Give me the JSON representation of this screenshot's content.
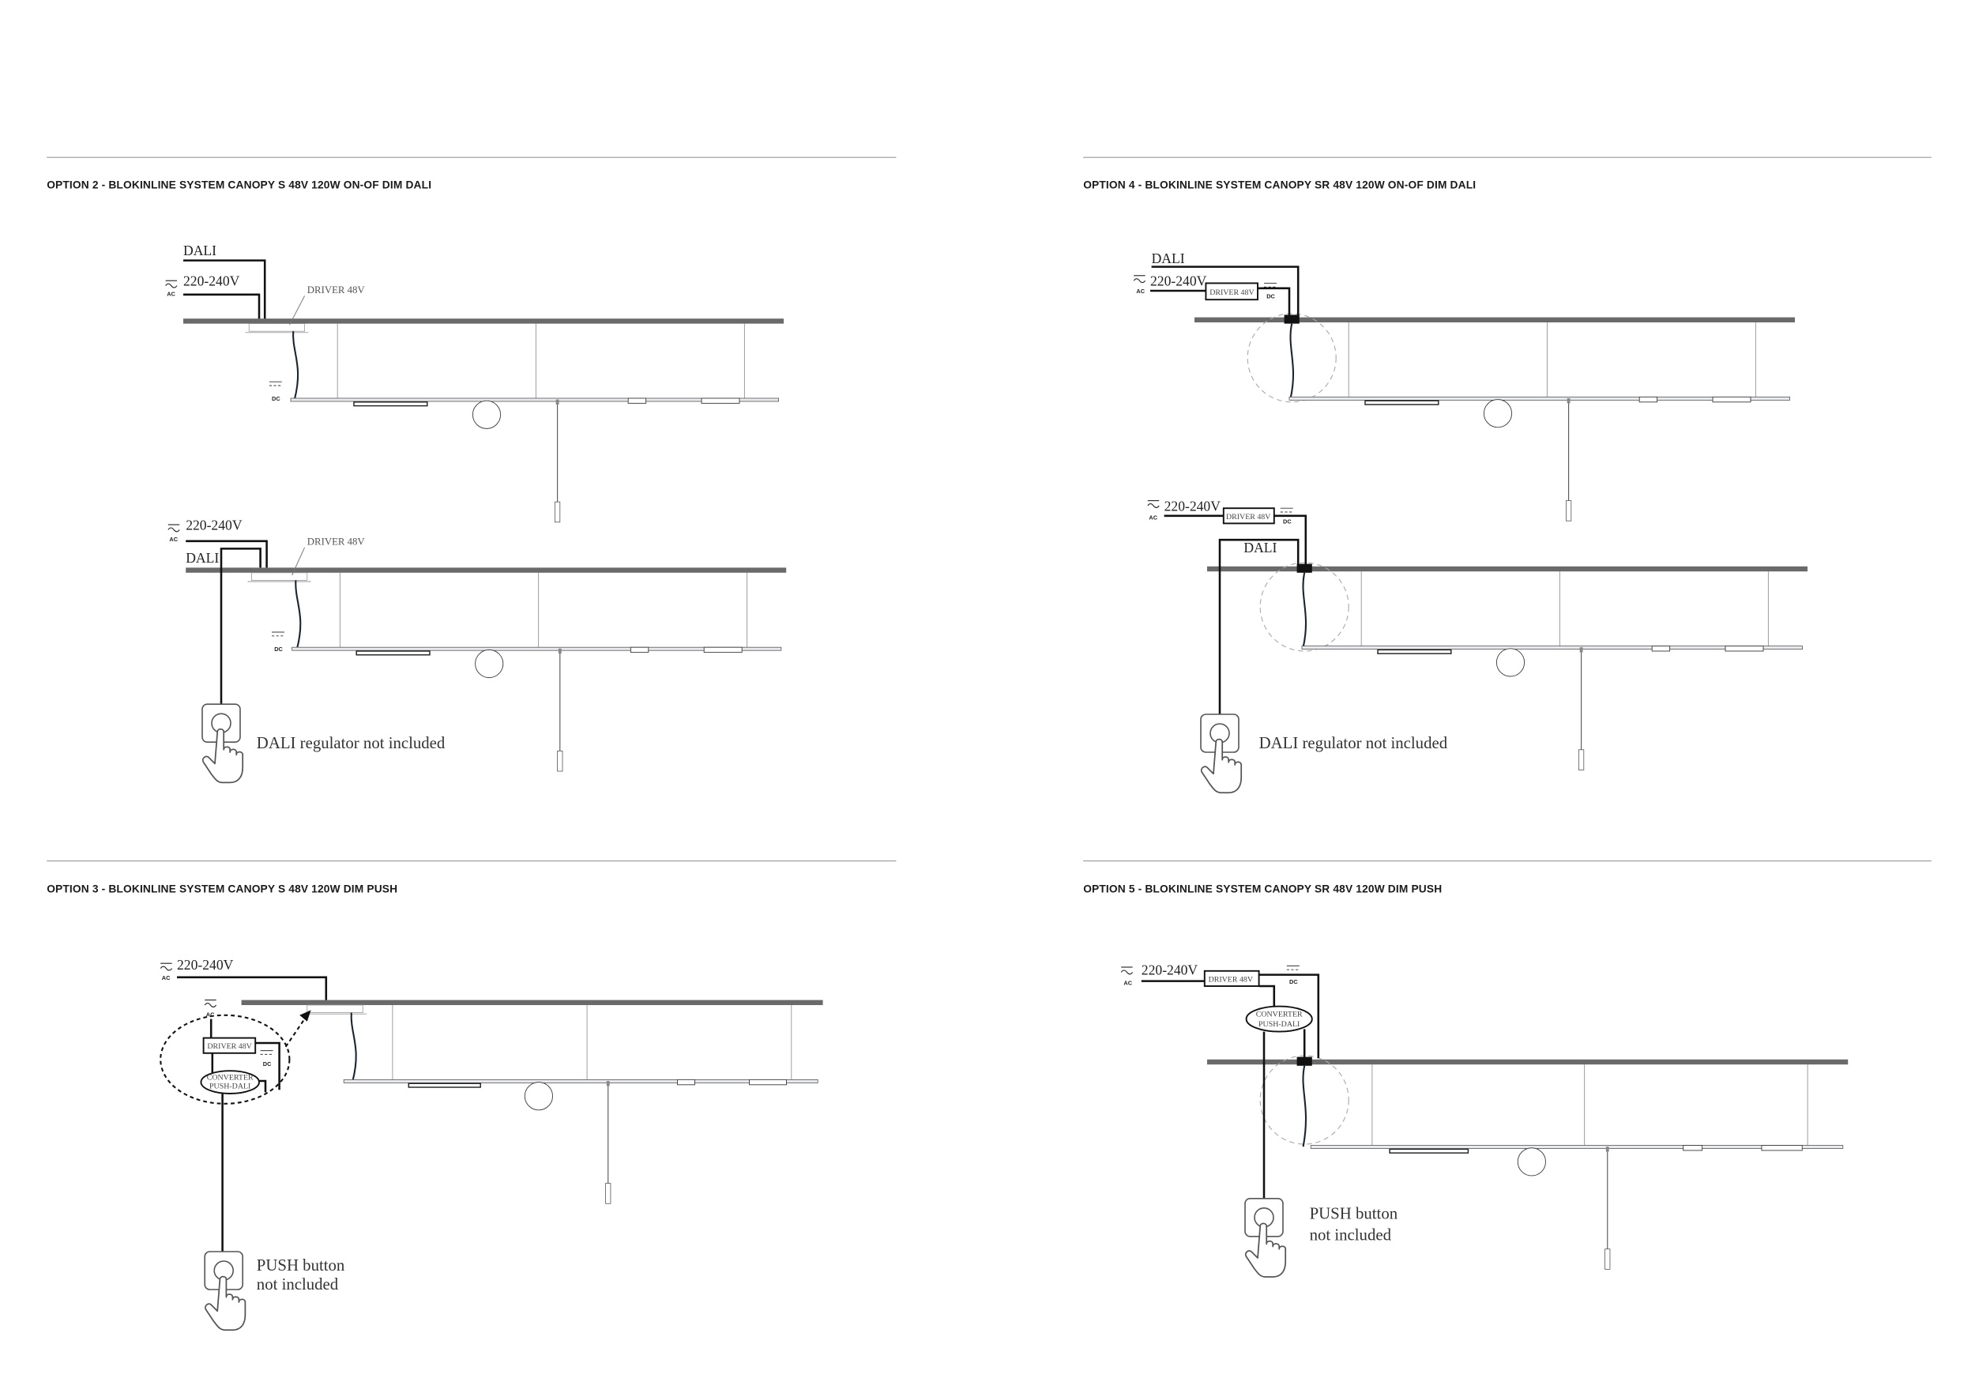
{
  "options": {
    "opt2": {
      "title": "OPTION 2 - BLOKINLINE SYSTEM CANOPY S 48V 120W ON-OF DIM DALI",
      "top": {
        "dali": "DALI",
        "voltage": "220-240V",
        "ac": "AC",
        "dc": "DC",
        "driver": "DRIVER 48V"
      },
      "bottom": {
        "dali": "DALI",
        "voltage": "220-240V",
        "ac": "AC",
        "dc": "DC",
        "driver": "DRIVER 48V",
        "note": "DALI regulator not included"
      }
    },
    "opt4": {
      "title": "OPTION 4 - BLOKINLINE SYSTEM CANOPY SR 48V 120W ON-OF DIM DALI",
      "top": {
        "dali": "DALI",
        "voltage": "220-240V",
        "ac": "AC",
        "dc": "DC",
        "driver": "DRIVER 48V"
      },
      "bottom": {
        "dali": "DALI",
        "voltage": "220-240V",
        "ac": "AC",
        "dc": "DC",
        "driver": "DRIVER 48V",
        "note": "DALI regulator not included"
      }
    },
    "opt3": {
      "title": "OPTION 3 - BLOKINLINE SYSTEM CANOPY S 48V 120W DIM PUSH",
      "voltage": "220-240V",
      "ac": "AC",
      "ac2": "AC",
      "dc": "DC",
      "driver": "DRIVER 48V",
      "converter_1": "CONVERTER",
      "converter_2": "PUSH-DALI",
      "note_1": "PUSH button",
      "note_2": "not included"
    },
    "opt5": {
      "title": "OPTION 5 - BLOKINLINE SYSTEM CANOPY SR 48V 120W DIM PUSH",
      "voltage": "220-240V",
      "ac": "AC",
      "dc": "DC",
      "driver": "DRIVER 48V",
      "converter_1": "CONVERTER",
      "converter_2": "PUSH-DALI",
      "note_1": "PUSH button",
      "note_2": "not included"
    }
  }
}
